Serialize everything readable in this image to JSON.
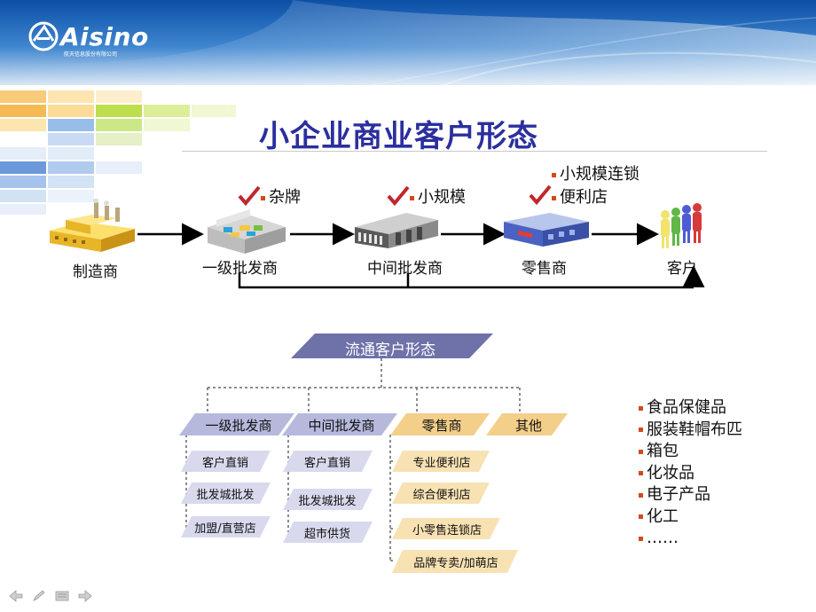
{
  "header": {
    "logo_name": "Aisino",
    "logo_subtitle": "航天信息股份有限公司",
    "colors": {
      "banner_top": "#0a4da0",
      "banner_bottom": "#cfe0f3",
      "title": "#2b2f9e",
      "accent": "#c0272d"
    }
  },
  "title": "小企业商业客户形态",
  "chain": {
    "nodes": [
      {
        "label": "制造商",
        "icon": "factory-icon"
      },
      {
        "label": "一级批发商",
        "icon": "warehouse-icon",
        "attributes": [
          "杂牌"
        ]
      },
      {
        "label": "中间批发商",
        "icon": "distribution-center-icon",
        "attributes": [
          "小规模"
        ]
      },
      {
        "label": "零售商",
        "icon": "store-icon",
        "attributes": [
          "小规模连锁",
          "便利店"
        ]
      },
      {
        "label": "客户",
        "icon": "customers-icon"
      }
    ]
  },
  "tree": {
    "root": "流通客户形态",
    "branches": [
      {
        "label": "一级批发商",
        "items": [
          "客户直销",
          "批发城批发",
          "加盟/直营店"
        ]
      },
      {
        "label": "中间批发商",
        "items": [
          "客户直销",
          "批发城批发",
          "超市供货"
        ]
      },
      {
        "label": "零售商",
        "items": [
          "专业便利店",
          "综合便利店",
          "小零售连锁店",
          "品牌专卖/加萌店"
        ]
      },
      {
        "label": "其他",
        "items": []
      }
    ]
  },
  "categories": [
    "食品保健品",
    "服装鞋帽布匹",
    "箱包",
    "化妆品",
    "电子产品",
    "化工",
    "……"
  ],
  "nav": [
    "prev-icon",
    "pen-icon",
    "menu-icon",
    "next-icon"
  ]
}
